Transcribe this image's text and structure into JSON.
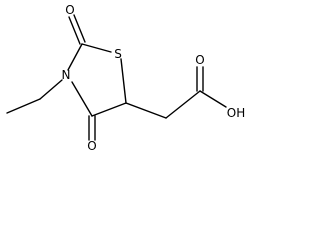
{
  "structure": {
    "atoms": {
      "nitrogen": "N",
      "sulfur": "S",
      "carbonyl_oxygen_c2": "O",
      "carbonyl_oxygen_c4": "O",
      "carbonyl_oxygen_acid": "O",
      "hydroxyl": "OH"
    }
  }
}
